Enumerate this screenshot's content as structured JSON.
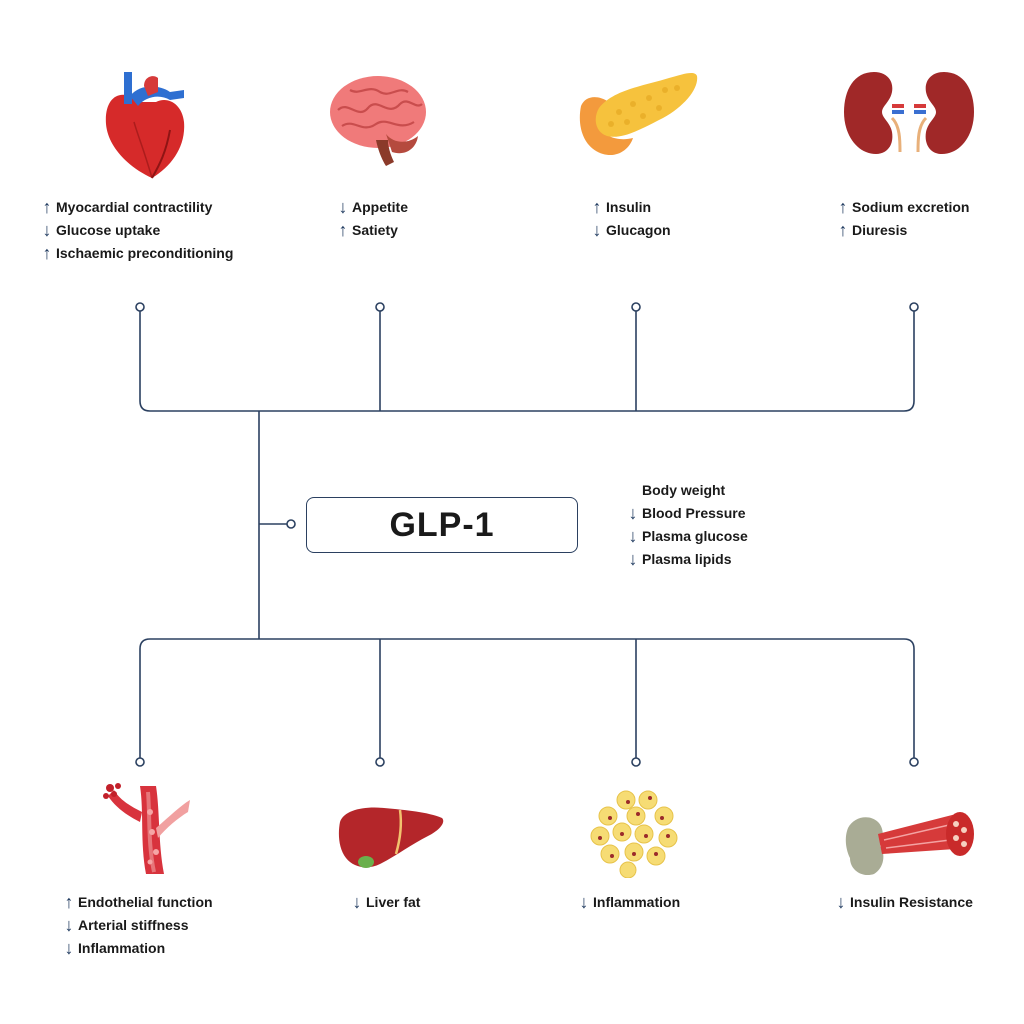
{
  "colors": {
    "line": "#2b4060",
    "arrow": "#1f3a5f"
  },
  "center": {
    "label": "GLP-1"
  },
  "systemic": {
    "items": [
      {
        "arrow": "",
        "text": "Body weight"
      },
      {
        "arrow": "down",
        "text": "Blood Pressure"
      },
      {
        "arrow": "down",
        "text": "Plasma glucose"
      },
      {
        "arrow": "down",
        "text": "Plasma lipids"
      }
    ]
  },
  "heart": {
    "icon": "heart-icon",
    "items": [
      {
        "arrow": "up",
        "text": "Myocardial contractility"
      },
      {
        "arrow": "down",
        "text": "Glucose uptake"
      },
      {
        "arrow": "up",
        "text": "Ischaemic preconditioning"
      }
    ]
  },
  "brain": {
    "icon": "brain-icon",
    "items": [
      {
        "arrow": "down",
        "text": "Appetite"
      },
      {
        "arrow": "up",
        "text": "Satiety"
      }
    ]
  },
  "pancreas": {
    "icon": "pancreas-icon",
    "items": [
      {
        "arrow": "up",
        "text": "Insulin"
      },
      {
        "arrow": "down",
        "text": "Glucagon"
      }
    ]
  },
  "kidney": {
    "icon": "kidney-icon",
    "items": [
      {
        "arrow": "up",
        "text": "Sodium excretion"
      },
      {
        "arrow": "up",
        "text": "Diuresis"
      }
    ]
  },
  "vessel": {
    "icon": "blood-vessel-icon",
    "items": [
      {
        "arrow": "up",
        "text": "Endothelial function"
      },
      {
        "arrow": "down",
        "text": "Arterial stiffness"
      },
      {
        "arrow": "down",
        "text": "Inflammation"
      }
    ]
  },
  "liver": {
    "icon": "liver-icon",
    "items": [
      {
        "arrow": "down",
        "text": "Liver fat"
      }
    ]
  },
  "adipose": {
    "icon": "fat-cells-icon",
    "items": [
      {
        "arrow": "down",
        "text": "Inflammation"
      }
    ]
  },
  "muscle": {
    "icon": "muscle-icon",
    "items": [
      {
        "arrow": "down",
        "text": "Insulin Resistance"
      }
    ]
  }
}
